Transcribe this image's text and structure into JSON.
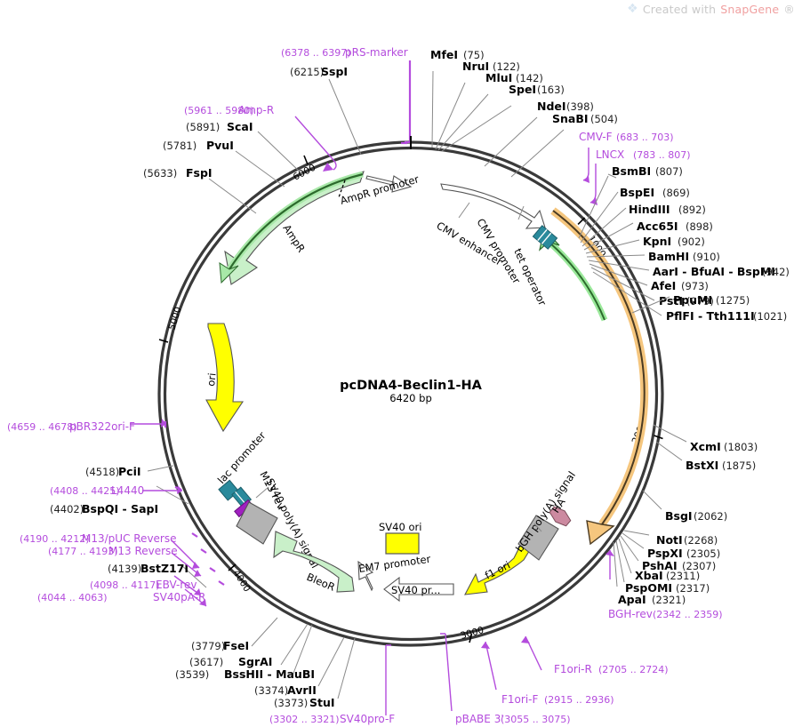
{
  "watermark": {
    "prefix": "Created with ",
    "brand": "SnapGene",
    "suffix": "®",
    "leaf_icon": "snapgene-leaf-icon"
  },
  "plasmid": {
    "name": "pcDNA4-Beclin1-HA",
    "size": "6420 bp",
    "length_bp": 6420
  },
  "ruler_ticks": [
    {
      "label": "1000",
      "bp": 1000
    },
    {
      "label": "2000",
      "bp": 2000
    },
    {
      "label": "3000",
      "bp": 3000
    },
    {
      "label": "4000",
      "bp": 4000
    },
    {
      "label": "5000",
      "bp": 5000
    },
    {
      "label": "6000",
      "bp": 6000
    }
  ],
  "features": [
    {
      "name": "AmpR promoter",
      "color": "#ffffff"
    },
    {
      "name": "AmpR",
      "color": "#c9f0c9"
    },
    {
      "name": "ori",
      "color": "#ffff00"
    },
    {
      "name": "lac promoter",
      "color": "#2a8a9c"
    },
    {
      "name": "M13 rev",
      "color": "#a020c0"
    },
    {
      "name": "SV40 poly(A) signal",
      "color": "#b3b3b3"
    },
    {
      "name": "BleoR",
      "color": "#c9f0c9"
    },
    {
      "name": "EM7 promoter",
      "color": "#ffffff"
    },
    {
      "name": "SV40 pr...",
      "color": "#ffffff"
    },
    {
      "name": "SV40 ori",
      "color": "#ffff00"
    },
    {
      "name": "f1 ori",
      "color": "#ffff00"
    },
    {
      "name": "bGH poly(A) signal",
      "color": "#b3b3b3"
    },
    {
      "name": "HA",
      "color": "#cc8aa0"
    },
    {
      "name": "CMV enhancer",
      "color": "#ffffff"
    },
    {
      "name": "CMV promoter",
      "color": "#ffffff"
    },
    {
      "name": "tet operator",
      "color": "#2a8a9c"
    }
  ],
  "colors": {
    "primer": "#b44cdd",
    "enzyme_text": "#000000",
    "backbone": "#3a3a3a",
    "cds_orange": "#f5bf6b",
    "cds_green": "#7fd67f",
    "yellow": "#ffff00",
    "grey_feature": "#b3b3b3",
    "teal": "#2a8a9c"
  },
  "enzymes_top": [
    {
      "pos": "(6215)",
      "name": "SspI",
      "align": "right"
    },
    {
      "name": "MfeI",
      "pos": "(75)",
      "align": "left"
    },
    {
      "name": "NruI",
      "pos": "(122)",
      "align": "left"
    },
    {
      "name": "MluI",
      "pos": "(142)",
      "align": "left"
    },
    {
      "name": "SpeI",
      "pos": "(163)",
      "align": "left"
    },
    {
      "name": "NdeI",
      "pos": "(398)",
      "align": "left"
    },
    {
      "name": "SnaBI",
      "pos": "(504)",
      "align": "left"
    }
  ],
  "enzymes_right": [
    {
      "name": "BsmBI",
      "pos": "(807)"
    },
    {
      "name": "BspEI",
      "pos": "(869)"
    },
    {
      "name": "HindIII",
      "pos": "(892)"
    },
    {
      "name": "Acc65I",
      "pos": "(898)"
    },
    {
      "name": "KpnI",
      "pos": "(902)"
    },
    {
      "name": "BamHI",
      "pos": "(910)"
    },
    {
      "name": "AarI  -  BfuAI  -  BspMI",
      "pos": "(942)"
    },
    {
      "name": "AfeI",
      "pos": "(973)"
    },
    {
      "name": "PstI",
      "pos": "(979)"
    },
    {
      "name": "PflFI  -  Tth111I",
      "pos": "(1021)"
    },
    {
      "name": "PpuMI",
      "pos": "(1275)"
    },
    {
      "name": "XcmI",
      "pos": "(1803)"
    },
    {
      "name": "BstXI",
      "pos": "(1875)"
    },
    {
      "name": "BsgI",
      "pos": "(2062)"
    },
    {
      "name": "NotI",
      "pos": "(2268)"
    },
    {
      "name": "PspXI",
      "pos": "(2305)"
    },
    {
      "name": "PshAI",
      "pos": "(2307)"
    },
    {
      "name": "XbaI",
      "pos": "(2311)"
    },
    {
      "name": "PspOMI",
      "pos": "(2317)"
    },
    {
      "name": "ApaI",
      "pos": "(2321)"
    }
  ],
  "enzymes_bottom": [
    {
      "pos": "(3779)",
      "name": "FseI"
    },
    {
      "pos": "(3617)",
      "name": "SgrAI"
    },
    {
      "pos": "(3539)",
      "name": "BssHII  -  MauBI"
    },
    {
      "pos": "(3374)",
      "name": "AvrII"
    },
    {
      "pos": "(3373)",
      "name": "StuI"
    }
  ],
  "enzymes_left": [
    {
      "pos": "(4139)",
      "name": "BstZ17I"
    },
    {
      "pos": "(4402)",
      "name": "BspQI  -  SapI"
    },
    {
      "pos": "(4518)",
      "name": "PciI"
    },
    {
      "pos": "(5633)",
      "name": "FspI"
    },
    {
      "pos": "(5781)",
      "name": "PvuI"
    },
    {
      "pos": "(5891)",
      "name": "ScaI"
    }
  ],
  "primers": [
    {
      "range": "(6378 .. 6397)",
      "name": "pRS-marker",
      "side": "top"
    },
    {
      "range": "(5961 .. 5980)",
      "name": "Amp-R",
      "side": "left"
    },
    {
      "name": "CMV-F",
      "range": "(683 .. 703)",
      "side": "right"
    },
    {
      "name": "LNCX",
      "range": "(783 .. 807)",
      "side": "right"
    },
    {
      "name": "BGH-rev",
      "range": "(2342 .. 2359)",
      "side": "right"
    },
    {
      "name": "F1ori-R",
      "range": "(2705 .. 2724)",
      "side": "bottom"
    },
    {
      "name": "F1ori-F",
      "range": "(2915 .. 2936)",
      "side": "bottom"
    },
    {
      "name": "pBABE 3'",
      "range": "(3055 .. 3075)",
      "side": "bottom"
    },
    {
      "range": "(3302 .. 3321)",
      "name": "SV40pro-F",
      "side": "bottom"
    },
    {
      "range": "(4044 .. 4063)",
      "name": "SV40pA-R",
      "side": "left"
    },
    {
      "range": "(4098 .. 4117)",
      "name": "EBV-rev",
      "side": "left"
    },
    {
      "range": "(4177 .. 4193)",
      "name": "M13 Reverse",
      "side": "left"
    },
    {
      "range": "(4190 .. 4212)",
      "name": "M13/pUC Reverse",
      "side": "left"
    },
    {
      "range": "(4408 .. 4425)",
      "name": "L4440",
      "side": "left"
    },
    {
      "range": "(4659 .. 4678)",
      "name": "pBR322ori-F",
      "side": "left"
    }
  ]
}
